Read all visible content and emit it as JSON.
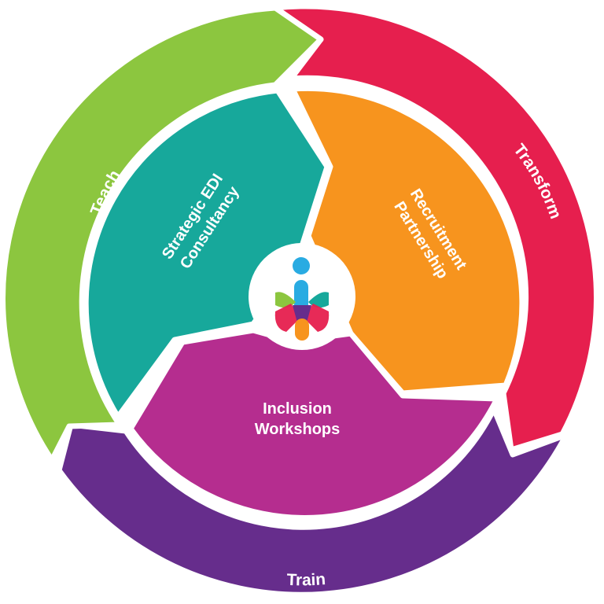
{
  "diagram": {
    "outer_ring": [
      {
        "id": "teach",
        "label": "Teach",
        "color": "#8cc63f"
      },
      {
        "id": "transform",
        "label": "Transform",
        "color": "#e61f4e"
      },
      {
        "id": "train",
        "label": "Train",
        "color": "#662d8c"
      }
    ],
    "inner_segments": [
      {
        "id": "strategic",
        "lines": [
          "Strategic EDI",
          "Consultancy"
        ],
        "color": "#17a89b"
      },
      {
        "id": "recruitment",
        "lines": [
          "Recruitment",
          "Partnership"
        ],
        "color": "#f7941e"
      },
      {
        "id": "inclusion",
        "lines": [
          "Inclusion",
          "Workshops"
        ],
        "color": "#b52d8f"
      }
    ],
    "logo": {
      "name": "inclusion-figure-logo",
      "colors": [
        "#29abe2",
        "#8cc63f",
        "#17a89b",
        "#e61f4e",
        "#662d8c",
        "#f7941e"
      ]
    }
  }
}
